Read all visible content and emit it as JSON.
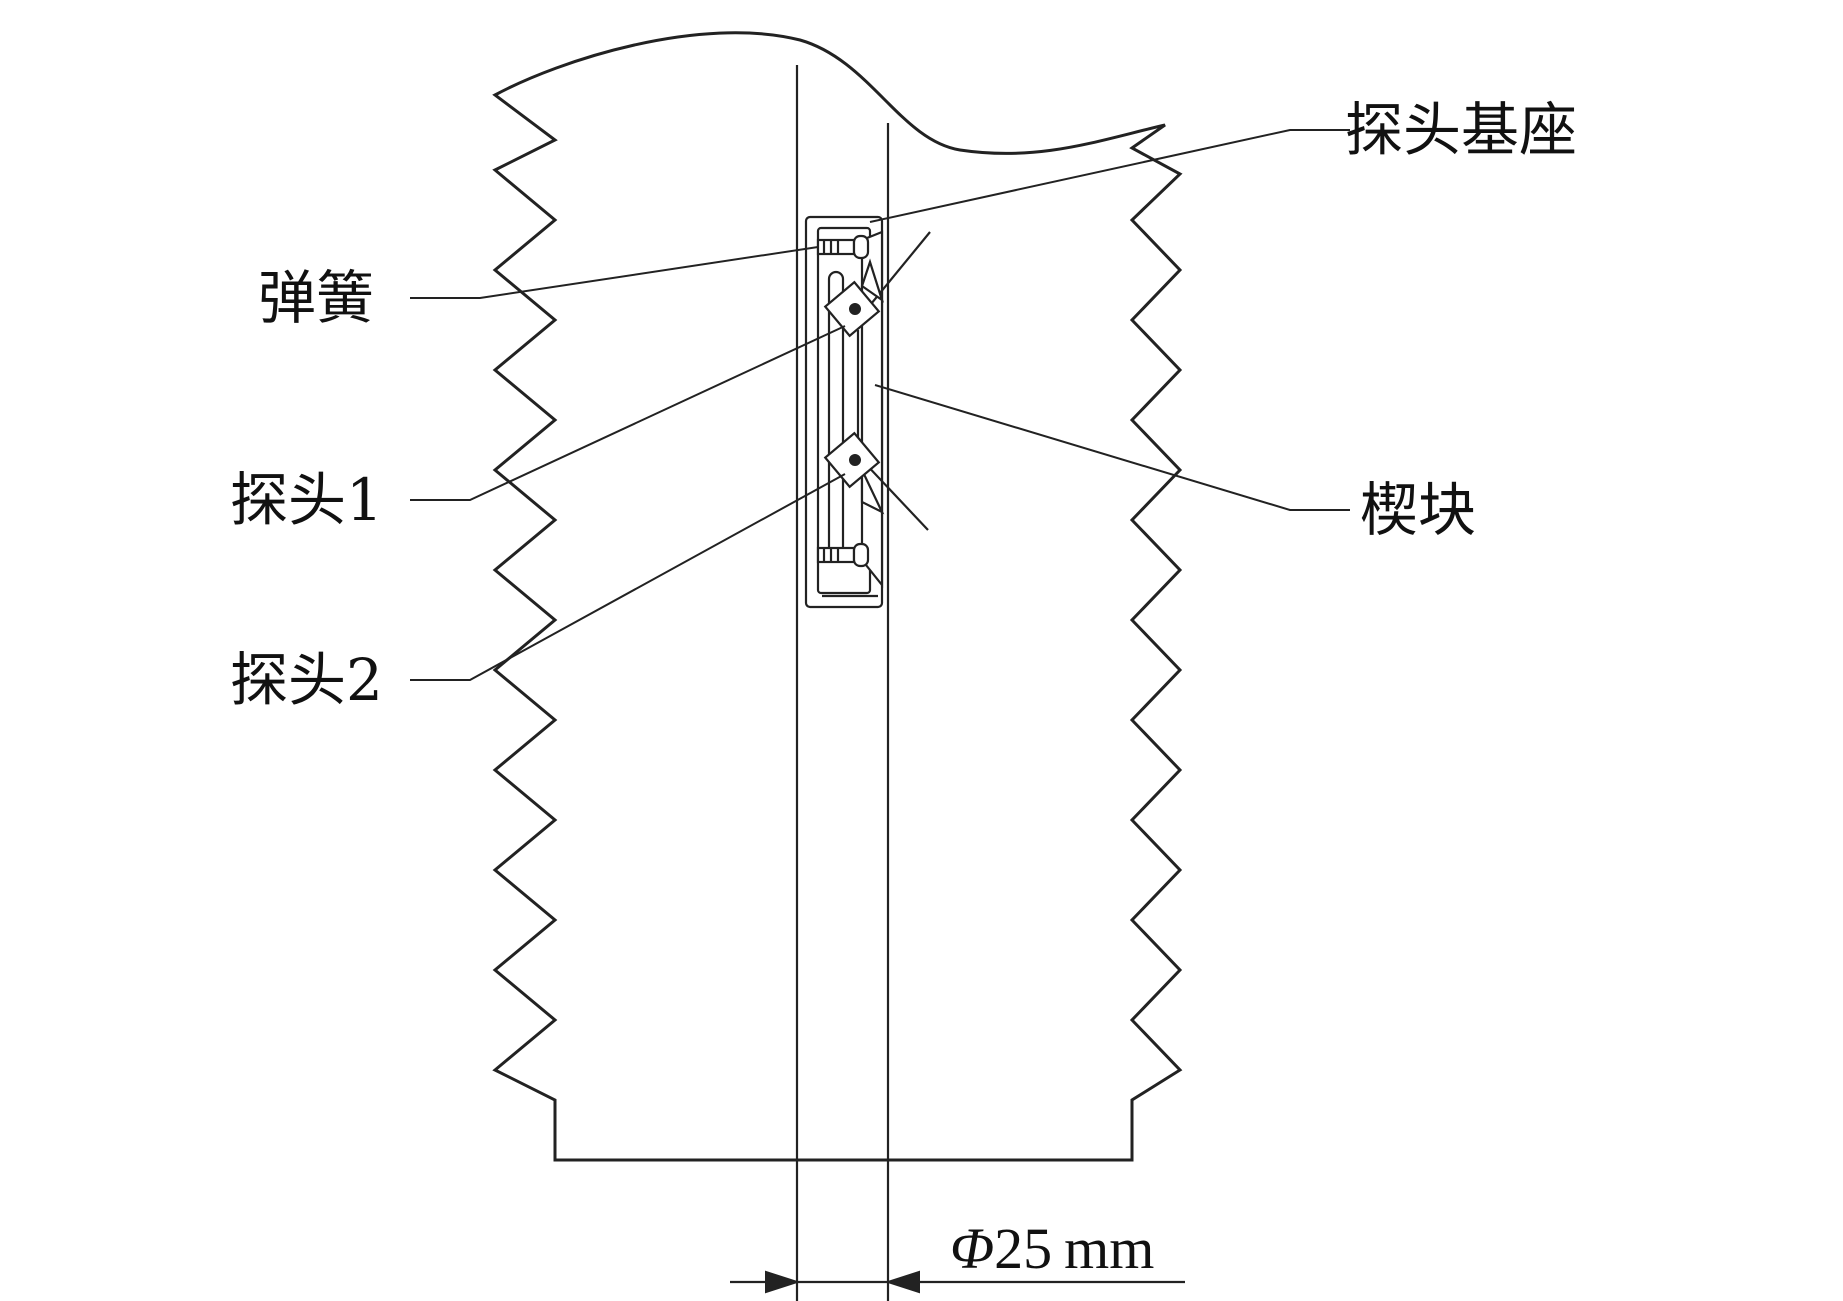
{
  "labels": {
    "probe_base": "探头基座",
    "spring": "弹簧",
    "probe_1": "探头1",
    "wedge": "楔块",
    "probe_2": "探头2"
  },
  "dimension": {
    "symbol": "Φ",
    "value": "25",
    "unit": "mm"
  }
}
